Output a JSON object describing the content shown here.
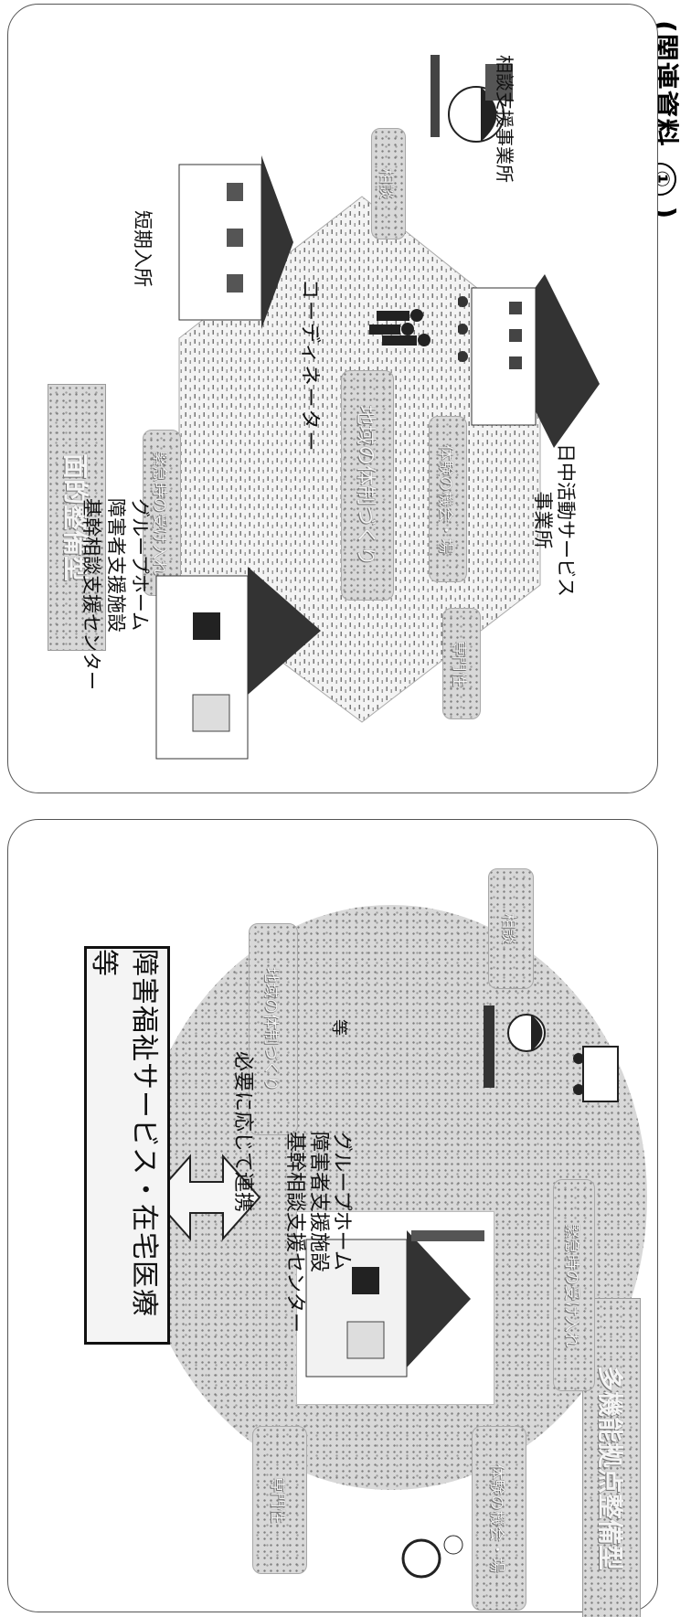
{
  "document": {
    "label": "(関連資料",
    "number": "①",
    "close": ")"
  },
  "top_panel": {
    "title": "面的整備型",
    "center_box": "地域の体制づくり",
    "tags": {
      "experience": "体験の機会・場",
      "consultation": "相談",
      "emergency": "緊急時の受け入れ",
      "specialist": "専門性"
    },
    "labels": {
      "day_activity": [
        "日中活動サービス",
        "事業所"
      ],
      "consultation_office": "相談支援事業所",
      "coordinator": "コーディネーター",
      "short_stay": "短期入所",
      "group_home": [
        "グループホーム",
        "障害者支援施設",
        "基幹相談支援センター"
      ]
    }
  },
  "bottom_panel": {
    "title": "多機能拠点整備型",
    "tags": {
      "emergency": "緊急時の受け入れ",
      "consultation": "相談",
      "experience": "体験の機会・場",
      "specialist": "専門性",
      "community": "地域の体制づくり"
    },
    "etc": "等",
    "house_lines": [
      "グループホーム",
      "障害者支援施設",
      "基幹相談支援センター"
    ],
    "connect_label": "必要に応じて連携",
    "services": "障害福祉サービス・在宅医療等"
  }
}
